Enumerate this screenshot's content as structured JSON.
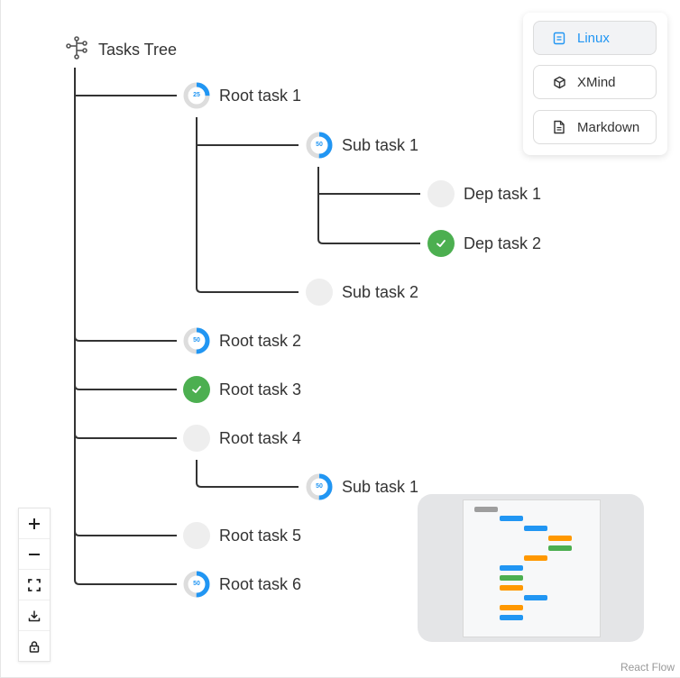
{
  "title": "Tasks Tree",
  "nodes": {
    "root1": {
      "label": "Root task 1",
      "progress": 25
    },
    "sub1a": {
      "label": "Sub task 1",
      "progress": 50
    },
    "dep1": {
      "label": "Dep task 1",
      "status": "empty"
    },
    "dep2": {
      "label": "Dep task 2",
      "status": "done"
    },
    "sub2": {
      "label": "Sub task 2",
      "status": "empty"
    },
    "root2": {
      "label": "Root task 2",
      "progress": 50
    },
    "root3": {
      "label": "Root task 3",
      "status": "done"
    },
    "root4": {
      "label": "Root task 4",
      "status": "empty"
    },
    "sub1b": {
      "label": "Sub task 1",
      "progress": 50
    },
    "root5": {
      "label": "Root task 5",
      "status": "empty"
    },
    "root6": {
      "label": "Root task 6",
      "progress": 50
    }
  },
  "panel": {
    "buttons": [
      {
        "label": "Linux",
        "icon": "document-icon",
        "active": true
      },
      {
        "label": "XMind",
        "icon": "cube-icon"
      },
      {
        "label": "Markdown",
        "icon": "file-text-icon"
      }
    ]
  },
  "controls": [
    "zoom-in",
    "zoom-out",
    "fit-view",
    "download",
    "lock"
  ],
  "attribution": "React Flow",
  "colors": {
    "progress": "#2196f3",
    "done": "#4caf50",
    "empty": "#eeeeee",
    "minimap_gray": "#9e9e9e",
    "minimap_orange": "#ff9800"
  }
}
